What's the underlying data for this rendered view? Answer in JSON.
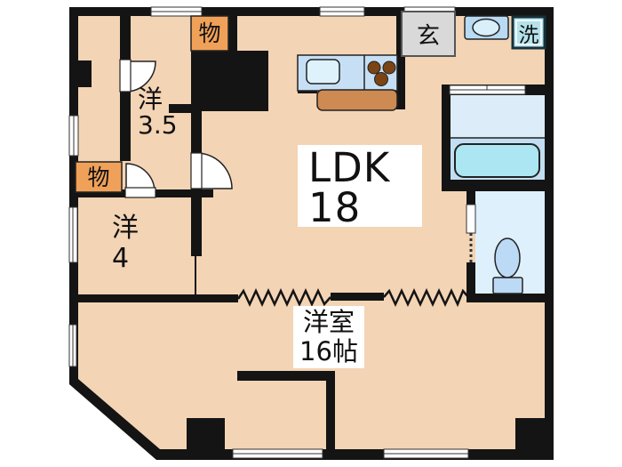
{
  "plan": {
    "labels": {
      "ldk_name": "LDK",
      "ldk_size": "18",
      "main_room_name": "洋室",
      "main_room_size": "16帖",
      "room35_name": "洋",
      "room35_size": "3.5",
      "room4_name": "洋",
      "room4_size": "4",
      "closet_top": "物",
      "closet_left": "物",
      "entrance": "玄",
      "laundry": "洗"
    },
    "colors": {
      "floor": "#f3d4b5",
      "wall": "#141414",
      "closet": "#f0a159",
      "entrance_bg": "#d9d9d9",
      "laundry_bg": "#b5e2ec",
      "bath_room": "#dcecf9",
      "bath_zone": "#c2def2",
      "bathtub": "#abe6f2",
      "toilet_room": "#def0fb",
      "fixture_blue": "#bcd9f6",
      "kitchen_counter": "#c6dff5",
      "sink": "#ddf2fa",
      "burner": "#7b4414",
      "dining_counter": "#cd8a52",
      "basin": "#b9daf3",
      "basin_bowl": "#d9effa"
    }
  }
}
